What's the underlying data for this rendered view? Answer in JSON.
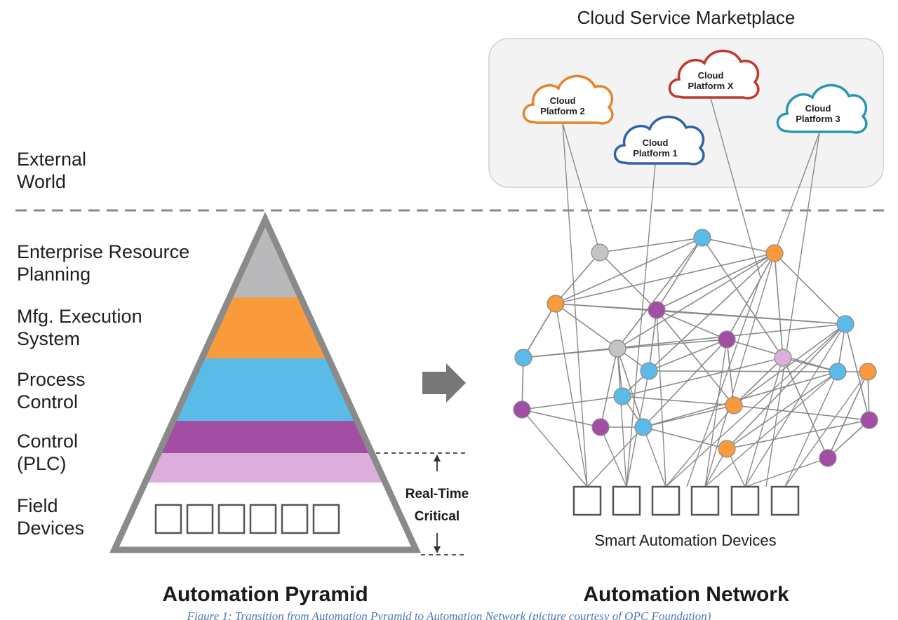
{
  "marketplace_title": "Cloud Service Marketplace",
  "clouds": [
    {
      "id": "p2",
      "line1": "Cloud",
      "line2": "Platform 2",
      "color": "#e8822a"
    },
    {
      "id": "p1",
      "line1": "Cloud",
      "line2": "Platform 1",
      "color": "#2e63a6"
    },
    {
      "id": "px",
      "line1": "Cloud",
      "line2": "Platform X",
      "color": "#c0392b"
    },
    {
      "id": "p3",
      "line1": "Cloud",
      "line2": "Platform 3",
      "color": "#2a96b0"
    }
  ],
  "left_labels": {
    "external_1": "External",
    "external_2": "World",
    "erp_1": "Enterprise Resource",
    "erp_2": "Planning",
    "mes_1": "Mfg. Execution",
    "mes_2": "System",
    "process_1": "Process",
    "process_2": "Control",
    "control_1": "Control",
    "control_2": "(PLC)",
    "field_1": "Field",
    "field_2": "Devices"
  },
  "realtime_1": "Real-Time",
  "realtime_2": "Critical",
  "smart_devices_label": "Smart Automation Devices",
  "pyramid_title": "Automation Pyramid",
  "network_title": "Automation Network",
  "caption": "Figure 1: Transition from Automation Pyramid to Automation Network (picture courtesy of OPC Foundation)",
  "colors": {
    "erp": "#b9b9bc",
    "mes": "#f99a3c",
    "process": "#5bbbe8",
    "control": "#a24ea5",
    "plc": "#dcaedb",
    "node_orange": "#f99a3c",
    "node_blue": "#5bbbe8",
    "node_purple": "#a24ea5",
    "node_gray": "#c4c4c4",
    "node_pink": "#dcaedb"
  }
}
